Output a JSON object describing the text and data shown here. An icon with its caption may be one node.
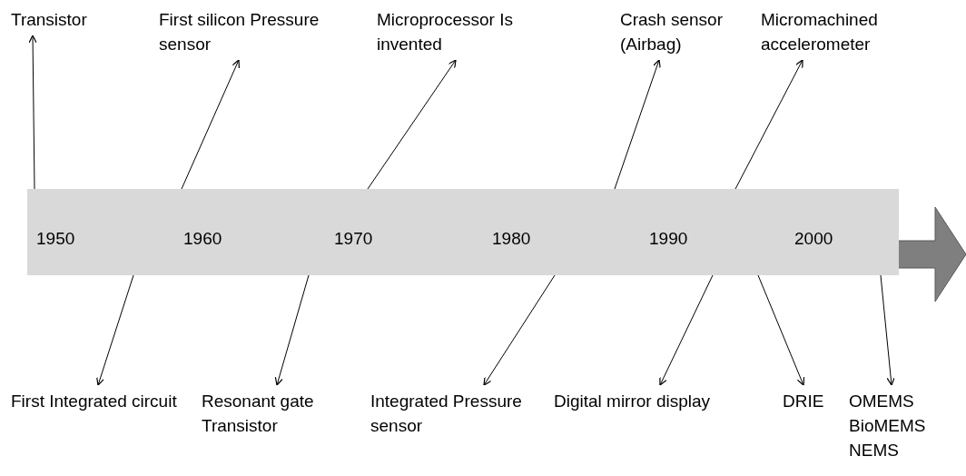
{
  "diagram": {
    "nodes": [
      {
        "text": [
          "1950",
          "1960",
          "1970",
          "1980",
          "1990",
          "2000"
        ]
      },
      {
        "text": [
          "Transistor"
        ]
      },
      {
        "text": [
          "First silicon Pressure sensor"
        ]
      },
      {
        "text": [
          "Microprocessor Is invented"
        ]
      },
      {
        "text": [
          "Crash sensor (Airbag)"
        ]
      },
      {
        "text": [
          "Micromachined accelerometer"
        ]
      },
      {
        "text": [
          "First Integrated circuit"
        ]
      },
      {
        "text": [
          "Resonant gate Transistor"
        ]
      },
      {
        "text": [
          "Integrated Pressure sensor"
        ]
      },
      {
        "text": [
          "Digital mirror display"
        ]
      },
      {
        "text": [
          "DRIE"
        ]
      },
      {
        "text": [
          "OMEMS BioMEMS NEMS"
        ]
      }
    ],
    "edges": [
      {
        "from": 0,
        "to": 1,
        "arrow": "to"
      },
      {
        "from": 0,
        "to": 2,
        "arrow": "to"
      },
      {
        "from": 0,
        "to": 3,
        "arrow": "to"
      },
      {
        "from": 0,
        "to": 4,
        "arrow": "to"
      },
      {
        "from": 0,
        "to": 5,
        "arrow": "to"
      },
      {
        "from": 0,
        "to": 6,
        "arrow": "to"
      },
      {
        "from": 0,
        "to": 7,
        "arrow": "to"
      },
      {
        "from": 0,
        "to": 8,
        "arrow": "to"
      },
      {
        "from": 0,
        "to": 9,
        "arrow": "to"
      },
      {
        "from": 0,
        "to": 10,
        "arrow": "to"
      },
      {
        "from": 0,
        "to": 11,
        "arrow": "to"
      }
    ]
  }
}
